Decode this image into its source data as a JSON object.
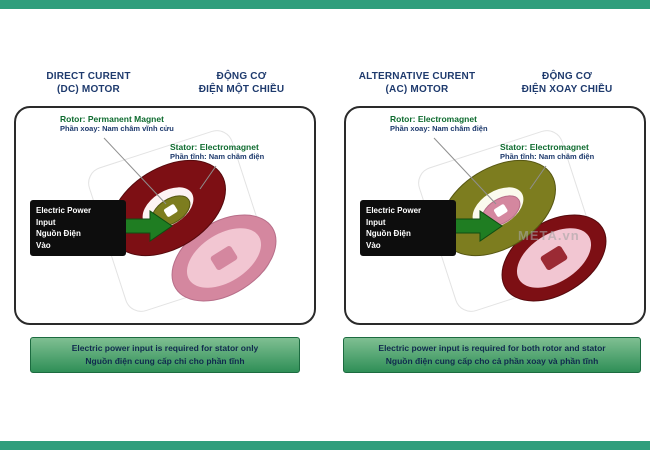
{
  "colors": {
    "teal": "#2f9e7c",
    "navy": "#1e3a6d",
    "label_green": "#0e6b2f",
    "dark_red": "#7d0f14",
    "pink": "#d4879f",
    "pink_light": "#f2c6d2",
    "olive": "#7d7d1f",
    "arrow_green": "#1f7d22",
    "caption_green": "#2f8f57",
    "power_box_black": "#0d0d0d"
  },
  "watermark": "META.vn",
  "panels": [
    {
      "title_en": [
        "DIRECT CURENT",
        "(DC) MOTOR"
      ],
      "title_vi": [
        "ĐỘNG CƠ",
        "ĐIỆN MỘT CHIỀU"
      ],
      "rotor_label": "Rotor: Permanent Magnet",
      "rotor_sub": "Phần xoay: Nam châm vĩnh cửu",
      "stator_label": "Stator: Electromagnet",
      "stator_sub": "Phần tĩnh: Nam châm điện",
      "power_line1": "Electric Power",
      "power_line2": "Input",
      "power_line3": "Nguồn Điện",
      "power_line4": "Vào",
      "caption_en": "Electric power input is required for stator only",
      "caption_vi": "Nguồn điện cung cấp chỉ cho phần tĩnh"
    },
    {
      "title_en": [
        "ALTERNATIVE CURENT",
        "(AC) MOTOR"
      ],
      "title_vi": [
        "ĐỘNG CƠ",
        "ĐIỆN XOAY CHIỀU"
      ],
      "rotor_label": "Rotor: Electromagnet",
      "rotor_sub": "Phần xoay: Nam châm điện",
      "stator_label": "Stator: Electromagnet",
      "stator_sub": "Phần tĩnh: Nam châm điện",
      "power_line1": "Electric Power",
      "power_line2": "Input",
      "power_line3": "Nguồn Điện",
      "power_line4": "Vào",
      "caption_en": "Electric power input is required for both rotor and stator",
      "caption_vi": "Nguồn điện cung cấp cho cả phần xoay và phần tĩnh"
    }
  ]
}
